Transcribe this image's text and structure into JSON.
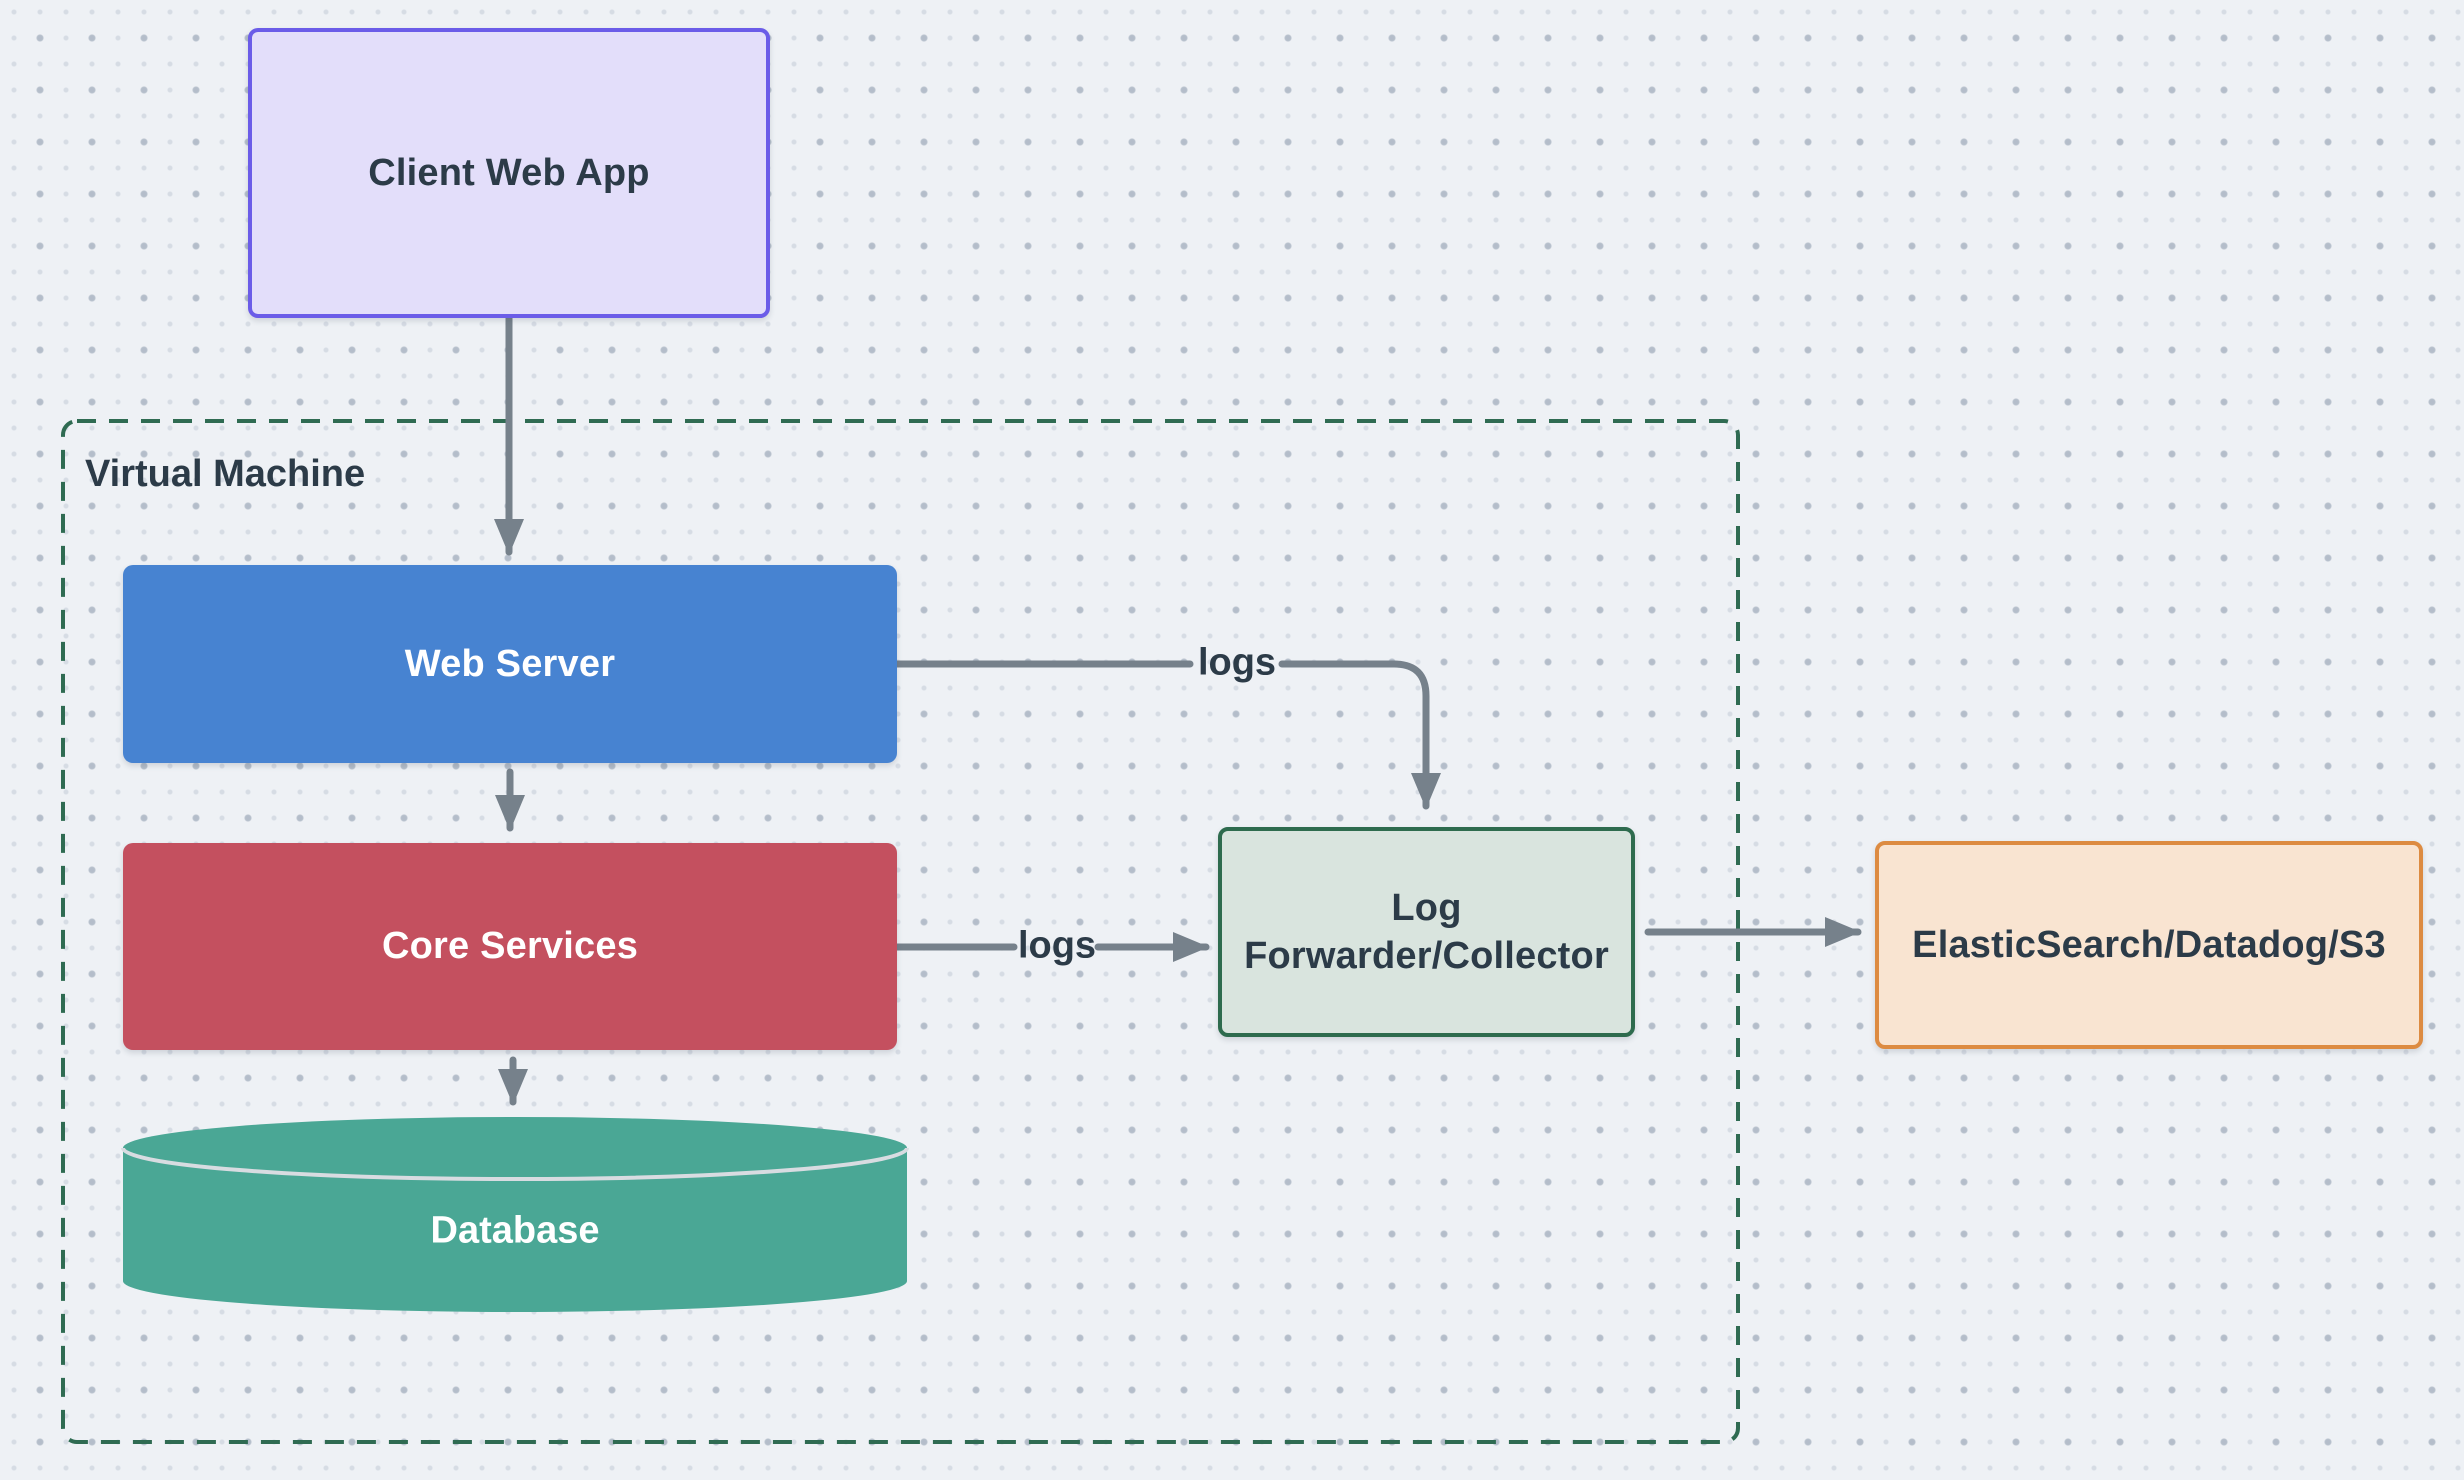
{
  "diagram_title": "",
  "nodes": {
    "client_web_app": {
      "label": "Client Web App",
      "shape": "rectangle"
    },
    "virtual_machine_group": {
      "label": "Virtual Machine",
      "shape": "dashed-container"
    },
    "web_server": {
      "label": "Web Server",
      "shape": "rectangle"
    },
    "core_services": {
      "label": "Core Services",
      "shape": "rectangle"
    },
    "database": {
      "label": "Database",
      "shape": "cylinder"
    },
    "log_forwarder": {
      "label_line1": "Log",
      "label_line2": "Forwarder/Collector",
      "shape": "rectangle"
    },
    "elasticsearch": {
      "label": "ElasticSearch/Datadog/S3",
      "shape": "rectangle"
    }
  },
  "edges": {
    "client_to_webserver": {
      "label": ""
    },
    "webserver_to_core": {
      "label": ""
    },
    "core_to_database": {
      "label": ""
    },
    "webserver_to_log": {
      "label": "logs"
    },
    "core_to_log": {
      "label": "logs"
    },
    "log_to_elasticsearch": {
      "label": ""
    }
  },
  "colors": {
    "canvas-bg": "#EEF1F5",
    "dot-grid": "#B9C3CF",
    "client-fill": "#E3DEFA",
    "client-stroke": "#6B5CE8",
    "blue-fill": "#4783D1",
    "red-fill": "#C4505F",
    "teal-fill": "#4AA795",
    "cylinder-seam": "#D8DCE1",
    "log-fill": "#D9E4DE",
    "log-stroke": "#2E6B4E",
    "elastic-fill": "#F9E4D1",
    "elastic-stroke": "#DD8B41",
    "vm-stroke": "#2F6B52",
    "arrow-gray": "#76818B",
    "text-dark": "#2C3B48",
    "text-light": "#FFFFFF"
  }
}
